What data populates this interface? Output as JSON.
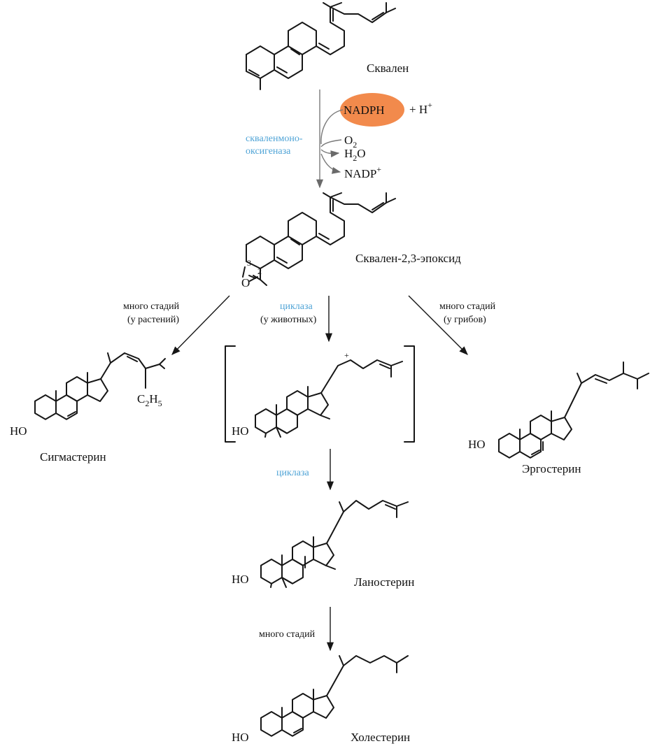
{
  "compounds": {
    "squalene": "Сквален",
    "epoxide": "Сквален-2,3-эпоксид",
    "sigmasterol": "Сигмастерин",
    "ergosterol": "Эргостерин",
    "lanosterol": "Ланостерин",
    "cholesterol": "Холестерин"
  },
  "step1": {
    "enzyme_line1": "скваленмоно-",
    "enzyme_line2": "оксигеназа",
    "cofactor": "NADPH",
    "h_plus": "+ H",
    "o2": "O",
    "h2o_h": "H",
    "h2o_o": "O",
    "nadp": "NADP"
  },
  "conditions": {
    "left_line1": "много стадий",
    "left_line2": "(у растений)",
    "right_line1": "много стадий",
    "right_line2": "(у грибов)",
    "center_enzyme": "циклаза",
    "center_note": "(у животных)",
    "cyclase2": "циклаза",
    "many_steps": "много стадий"
  },
  "atoms": {
    "ho": "HO",
    "o": "O",
    "c3": "3",
    "c2": "2",
    "c2h5_c": "C",
    "c2h5_h": "H",
    "sub2": "2",
    "sub5": "5",
    "plus": "+"
  },
  "colors": {
    "ink": "#161616",
    "enzyme": "#4ea3d6",
    "nadph_fill": "#f28a4c",
    "main_arrow": "#7a7a7a"
  }
}
